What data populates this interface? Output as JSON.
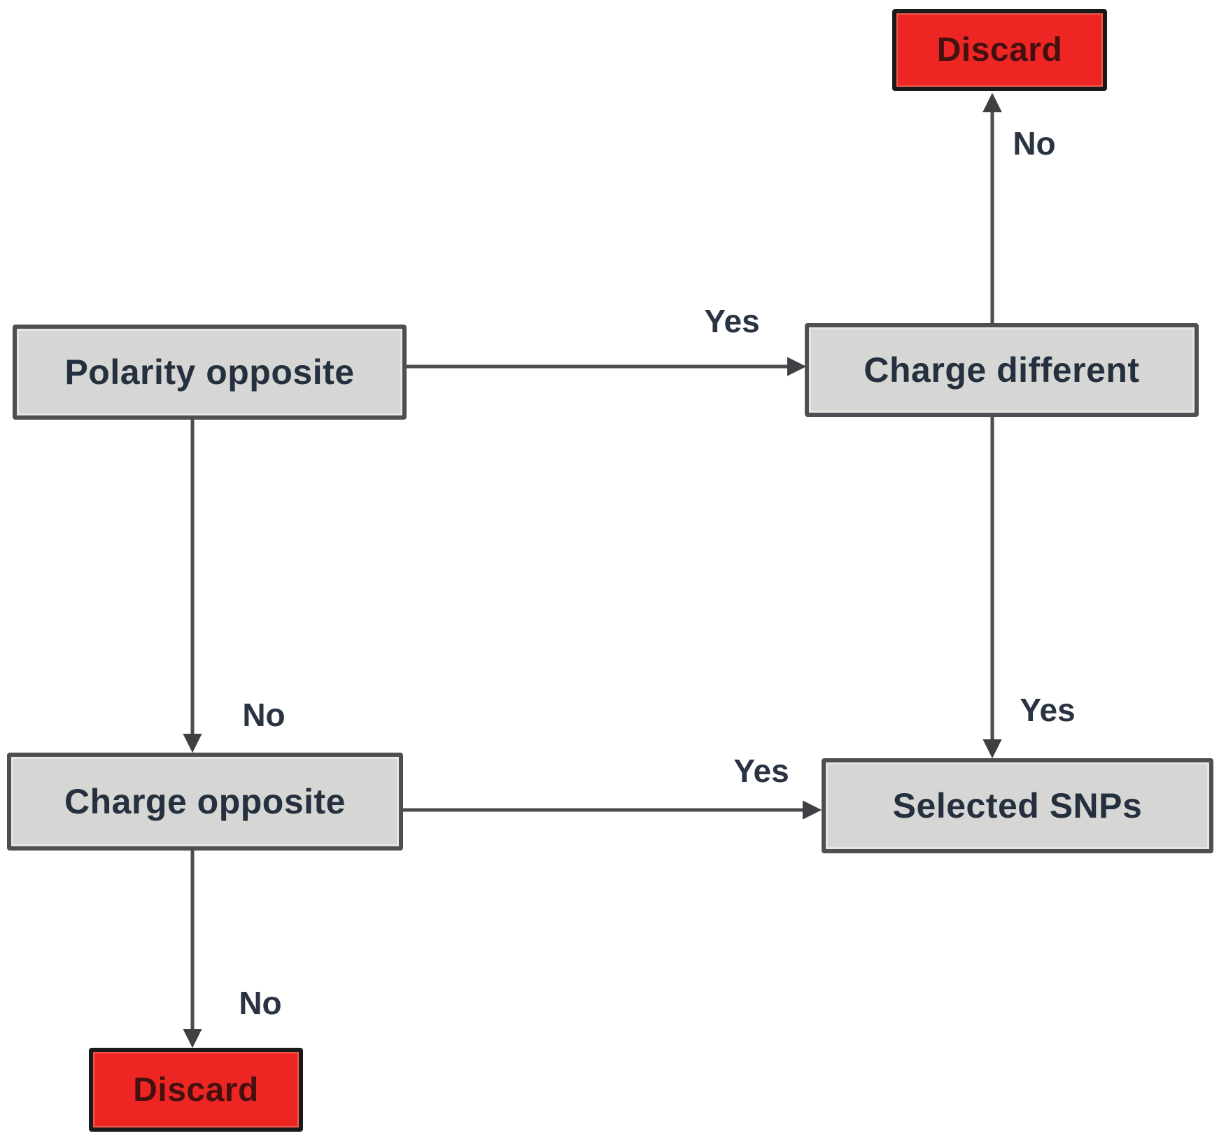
{
  "diagram": {
    "type": "flowchart",
    "nodes": [
      {
        "id": "polarity-opposite",
        "label": "Polarity opposite",
        "kind": "decision"
      },
      {
        "id": "charge-different",
        "label": "Charge different",
        "kind": "decision"
      },
      {
        "id": "discard-top",
        "label": "Discard",
        "kind": "terminal"
      },
      {
        "id": "charge-opposite",
        "label": "Charge opposite",
        "kind": "decision"
      },
      {
        "id": "selected-snps",
        "label": "Selected SNPs",
        "kind": "result"
      },
      {
        "id": "discard-bottom",
        "label": "Discard",
        "kind": "terminal"
      }
    ],
    "edges": [
      {
        "from": "polarity-opposite",
        "to": "charge-different",
        "label": "Yes"
      },
      {
        "from": "charge-different",
        "to": "discard-top",
        "label": "No"
      },
      {
        "from": "charge-different",
        "to": "selected-snps",
        "label": "Yes"
      },
      {
        "from": "polarity-opposite",
        "to": "charge-opposite",
        "label": "No"
      },
      {
        "from": "charge-opposite",
        "to": "selected-snps",
        "label": "Yes"
      },
      {
        "from": "charge-opposite",
        "to": "discard-bottom",
        "label": "No"
      }
    ],
    "colors": {
      "node_fill": "#d6d6d4",
      "node_border": "#4d4f52",
      "node_text": "#25303f",
      "discard_fill": "#ee2623",
      "discard_border": "#1a1a1a",
      "discard_text": "#441110",
      "arrow": "#4b4d4f",
      "label_text": "#2a3342",
      "background": "#ffffff"
    }
  }
}
